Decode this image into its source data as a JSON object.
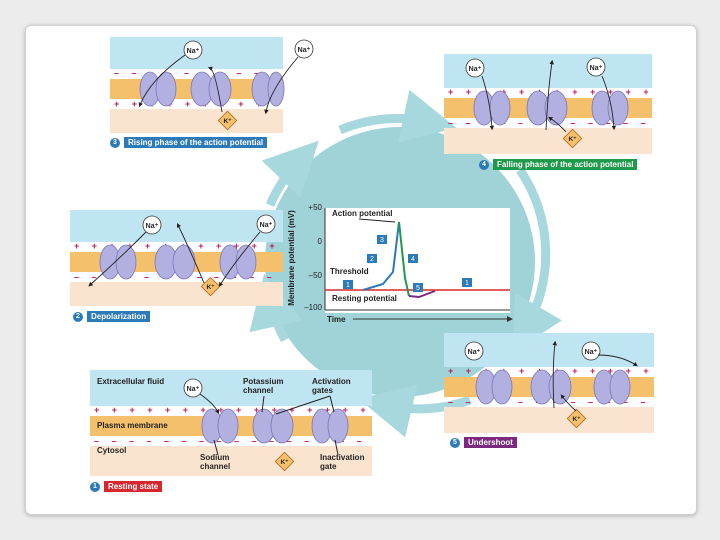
{
  "ions": {
    "sodium": "Na⁺",
    "potassium": "K⁺"
  },
  "charges": {
    "positive": "+ + + + + + + + + + + + + + + + + + + + + + + +",
    "negative": "– – – – – – – – – – – – – – – – – – – – – – – –"
  },
  "panels": [
    {
      "number": "1",
      "caption": "Resting state",
      "caption_color": "#d8262e"
    },
    {
      "number": "2",
      "caption": "Depolarization",
      "caption_color": "#2c7ab8"
    },
    {
      "number": "3",
      "caption": "Rising phase of the action potential",
      "caption_color": "#2c7ab8"
    },
    {
      "number": "4",
      "caption": "Falling phase of the action potential",
      "caption_color": "#1f9a4a"
    },
    {
      "number": "5",
      "caption": "Undershoot",
      "caption_color": "#7b2a7f"
    }
  ],
  "resting_labels": {
    "extracellular": "Extracellular fluid",
    "plasma_membrane": "Plasma membrane",
    "cytosol": "Cytosol",
    "potassium_channel": "Potassium channel",
    "activation_gates": "Activation gates",
    "sodium_channel": "Sodium channel",
    "inactivation_gate": "Inactivation gate"
  },
  "graph": {
    "ylabel": "Membrane potential (mV)",
    "xlabel": "Time",
    "y_ticks": [
      "+50",
      "0",
      "–50",
      "–100"
    ],
    "annotations": {
      "action_potential": "Action potential",
      "threshold": "Threshold",
      "resting_potential": "Resting potential"
    },
    "phase_markers": [
      "1",
      "2",
      "3",
      "4",
      "5",
      "1"
    ]
  },
  "colors": {
    "ecf": "#bfe4f2",
    "membrane": "#f4c06c",
    "cytosol": "#fae4cf",
    "ring": "#9fd3d8",
    "channel": "#b2b0e0",
    "rising": "#2c7ab8",
    "falling": "#1f9a4a",
    "resting_line": "#d8262e",
    "undershoot": "#7b2a7f"
  }
}
